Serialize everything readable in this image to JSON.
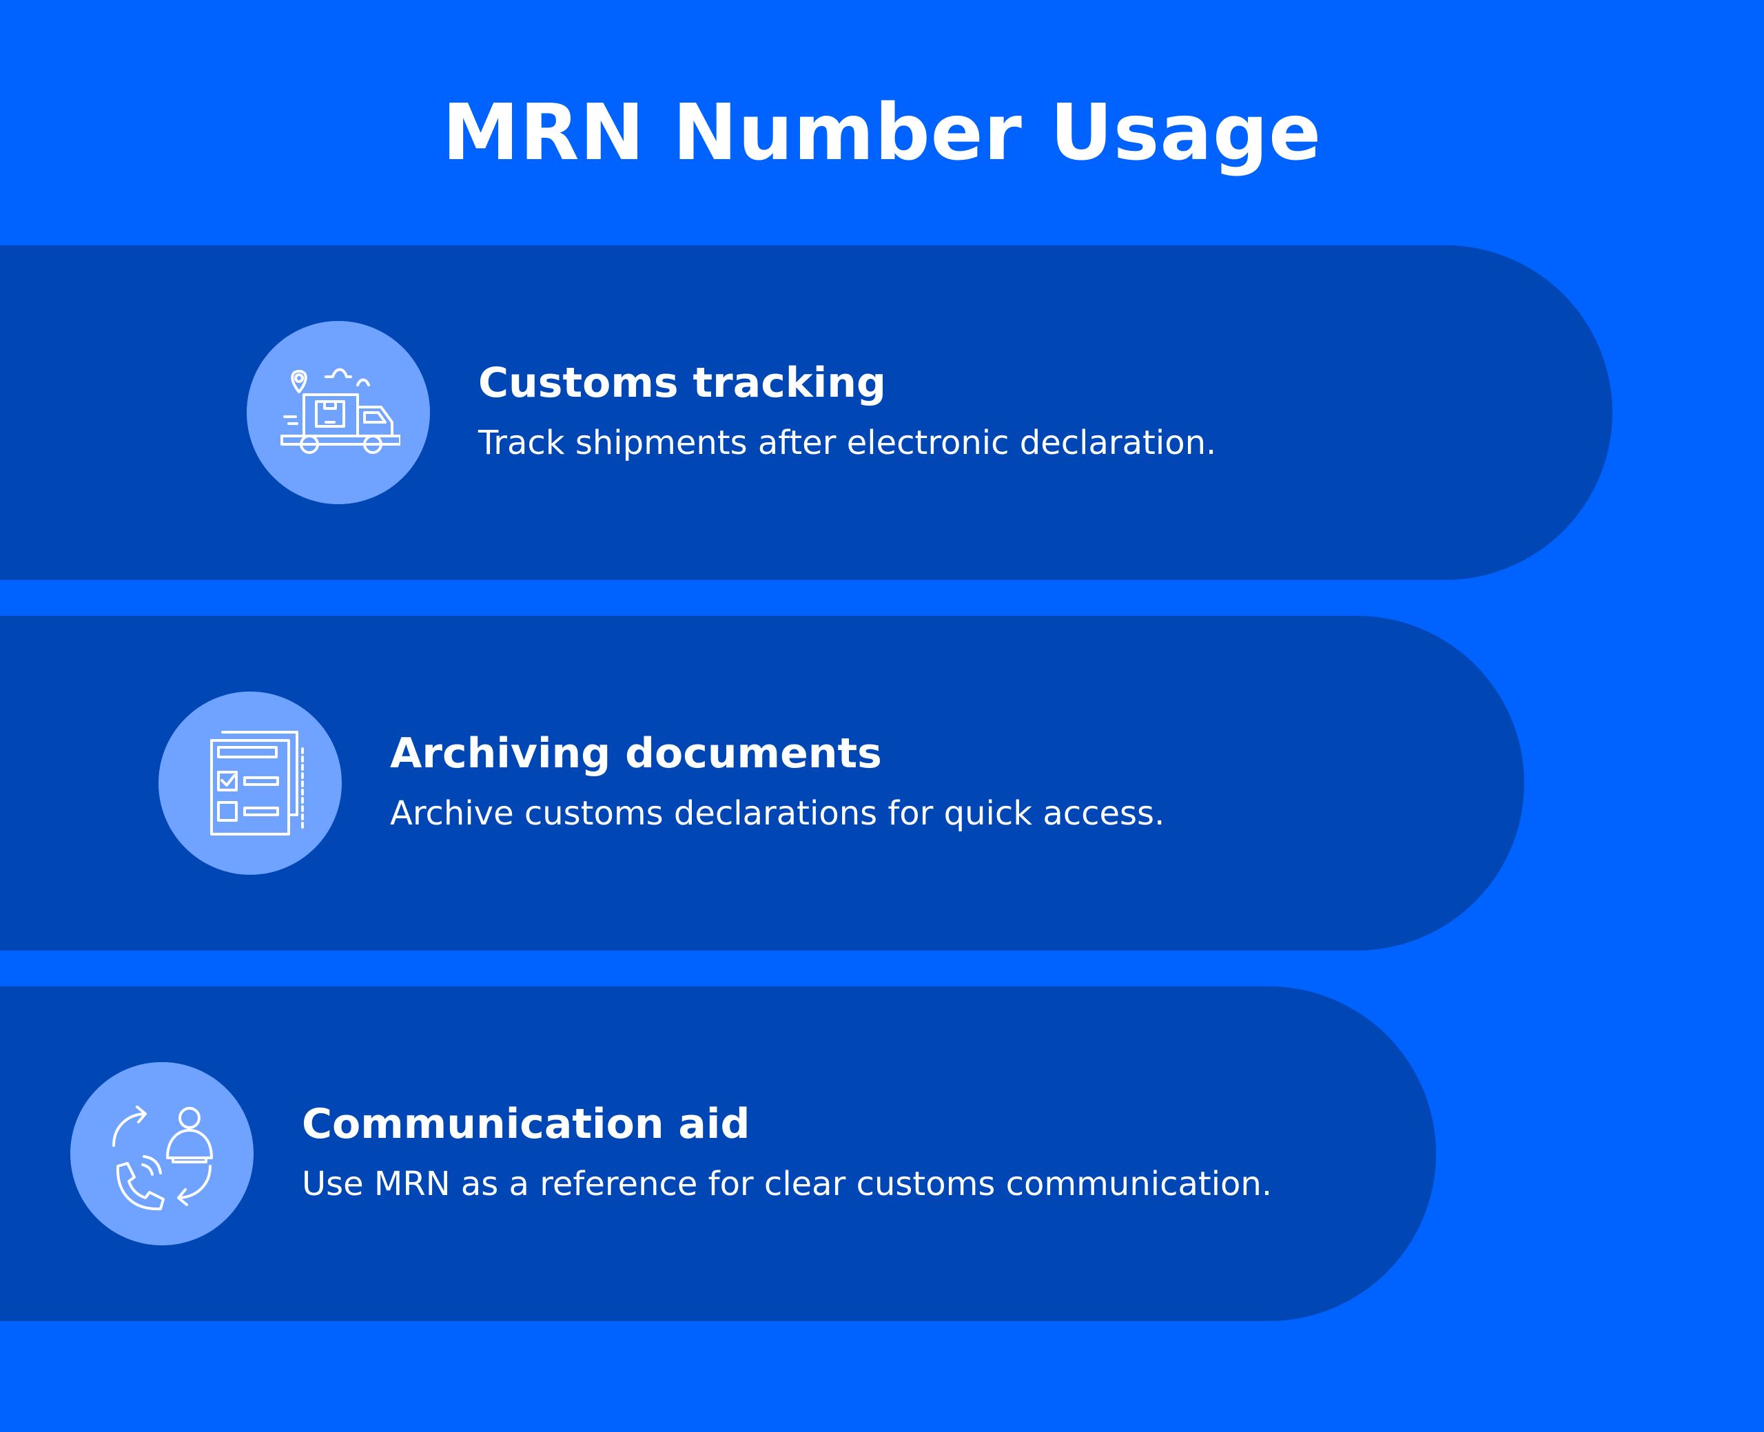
{
  "title": "MRN Number Usage",
  "colors": {
    "background": "#0062ff",
    "band": "#0047b5",
    "icon_circle": "#6fa3ff",
    "text": "#ffffff"
  },
  "items": [
    {
      "icon": "delivery-truck-icon",
      "title": "Customs tracking",
      "description": "Track shipments after electronic declaration."
    },
    {
      "icon": "documents-checklist-icon",
      "title": "Archiving documents",
      "description": "Archive customs declarations for quick access."
    },
    {
      "icon": "phone-contact-exchange-icon",
      "title": "Communication aid",
      "description": "Use MRN as a reference for clear customs communication."
    }
  ]
}
